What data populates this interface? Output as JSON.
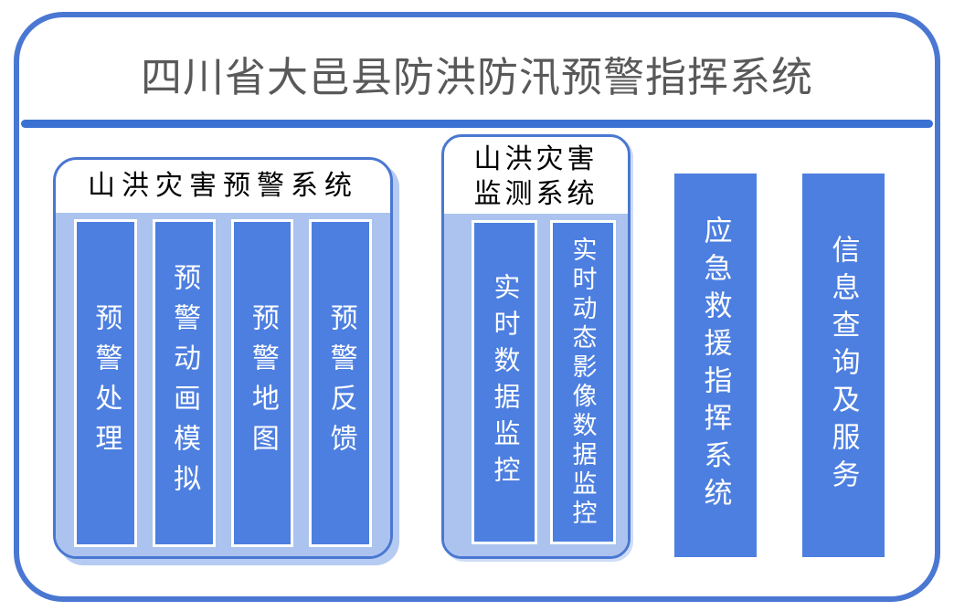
{
  "title": "四川省大邑县防洪防汛预警指挥系统",
  "colors": {
    "outline_blue": "#4a77d2",
    "divider_blue": "#3a71d3",
    "bar_fill_blue": "#4d7fe0",
    "panel_fill_light_blue": "#abc3ee",
    "title_text": "#595959",
    "bar_text": "#ffffff"
  },
  "panels": {
    "warning": {
      "title": "山洪灾害预警系统",
      "bars": [
        {
          "label": "预警处理"
        },
        {
          "label": "预警动画模拟"
        },
        {
          "label": "预警地图"
        },
        {
          "label": "预警反馈"
        }
      ]
    },
    "monitor": {
      "title": "山洪灾害监测系统",
      "bars": [
        {
          "label": "实时数据监控"
        },
        {
          "label": "实时动态影像数据监控"
        }
      ]
    }
  },
  "standalone_bars": [
    {
      "label": "应急救援指挥系统"
    },
    {
      "label": "信息查询及服务"
    }
  ]
}
